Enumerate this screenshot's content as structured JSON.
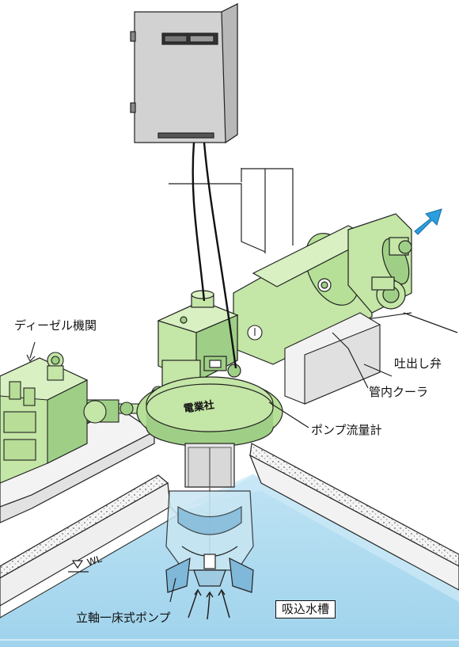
{
  "labels": {
    "diesel_engine": "ディーゼル機関",
    "discharge_valve": "吐出し弁",
    "pipe_cooler": "管内クーラ",
    "pump_flowmeter": "ポンプ流量計",
    "vertical_pump": "立軸一床式ポンプ",
    "suction_tank": "吸込水槽",
    "water_level": "WL",
    "casing_marking": "電業社"
  },
  "colors": {
    "machine_green": "#c4e6a6",
    "machine_green_dark": "#9fcf86",
    "water": "#a9daf0",
    "water_light": "#cdeaf6",
    "flow_arrow": "#2a9fe0",
    "control_box": "#d2d2d2",
    "concrete": "#ececec"
  }
}
